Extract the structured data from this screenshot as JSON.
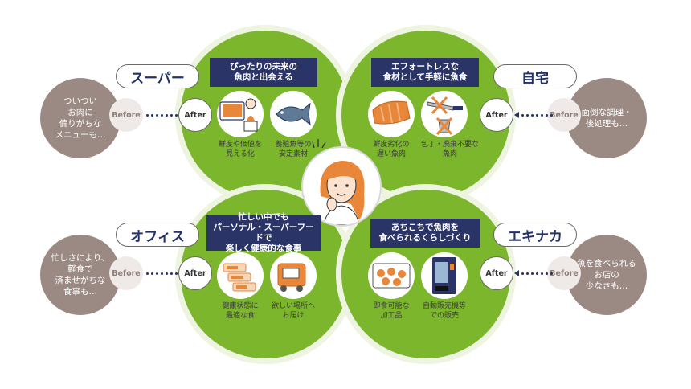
{
  "quadrants": {
    "supermarket": {
      "label": "スーパー",
      "problem": "ついつい\nお肉に\n偏りがちな\nメニューも…",
      "before": "Before",
      "after": "After",
      "headline": "ぴったりの未来の\n魚肉と出会える",
      "items": [
        {
          "caption": "鮮度や価値を\n見える化",
          "icon": "freshness-display-icon"
        },
        {
          "caption": "養殖魚等の\n安定素材",
          "icon": "fish-icon"
        }
      ]
    },
    "home": {
      "label": "自宅",
      "problem": "面倒な調理・\n後処理も…",
      "before": "Before",
      "after": "After",
      "headline": "エフォートレスな\n食材として手軽に魚食",
      "items": [
        {
          "caption": "鮮度劣化の\n遅い魚肉",
          "icon": "fish-fillet-icon"
        },
        {
          "caption": "包丁・廃棄不要な\n魚肉",
          "icon": "knife-crossed-icon"
        }
      ]
    },
    "office": {
      "label": "オフィス",
      "problem": "忙しさにより、\n軽食で\n済ませがちな\n食事も…",
      "before": "Before",
      "after": "After",
      "headline": "忙しい中でも\nパーソナル・スーパーフードで\n楽しく健康的な食事",
      "items": [
        {
          "caption": "健康状態に\n最適な食",
          "icon": "meal-packs-icon"
        },
        {
          "caption": "欲しい場所へ\nお届け",
          "icon": "delivery-robot-icon"
        }
      ]
    },
    "station": {
      "label": "エキナカ",
      "problem": "魚を食べられる\nお店の\n少なさも…",
      "before": "Before",
      "after": "After",
      "headline": "あちこちで魚肉を\n食べられるくらしづくり",
      "items": [
        {
          "caption": "即食可能な\n加工品",
          "icon": "processed-food-icon"
        },
        {
          "caption": "自動販売機等\nでの販売",
          "icon": "vending-machine-icon"
        }
      ]
    }
  },
  "colors": {
    "green": "#7bb62c",
    "navy": "#2b3467",
    "gray_bubble": "#9b8a84",
    "hair": "#e8863a"
  }
}
